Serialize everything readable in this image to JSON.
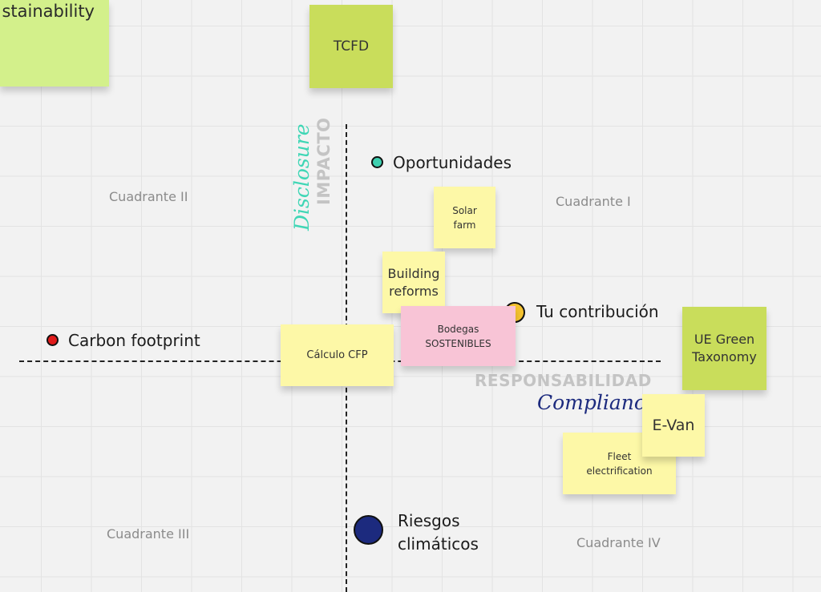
{
  "notes": {
    "sustainability": "stainability",
    "tcfd": "TCFD",
    "solar_farm": "Solar farm",
    "building_reforms": "Building reforms",
    "calculo_cfp": "Cálculo CFP",
    "bodegas": "Bodegas SOSTENIBLES",
    "ue_green": "UE Green Taxonomy",
    "evan": "E-Van",
    "fleet": "Fleet electrification"
  },
  "quadrants": {
    "q1": "Cuadrante I",
    "q2": "Cuadrante II",
    "q3": "Cuadrante III",
    "q4": "Cuadrante IV"
  },
  "axes": {
    "vertical_bold": "IMPACTO",
    "vertical_script": "Disclosure",
    "horizontal_bold": "RESPONSABILIDAD",
    "horizontal_script": "Compliance"
  },
  "legend": {
    "oportunidades": "Oportunidades",
    "tu_contribucion": "Tu contribución",
    "carbon_footprint": "Carbon footprint",
    "riesgos": "Riesgos climáticos"
  },
  "colors": {
    "oportunidades": "#3fd0b0",
    "tu_contribucion": "#f5c330",
    "carbon_footprint": "#e01b1b",
    "riesgos": "#1c2a7e",
    "disclosure_text": "#3fd6b5",
    "compliance_text": "#1c2a7e"
  }
}
